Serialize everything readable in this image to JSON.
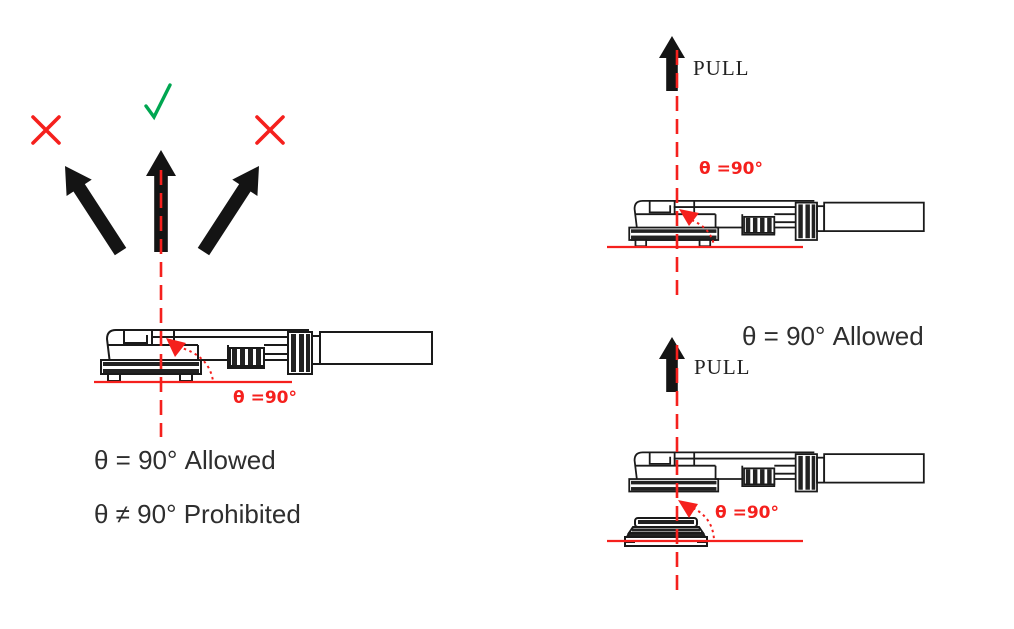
{
  "title": "Connector removal pull-direction instruction diagram",
  "colors": {
    "accent_red": "#f5201d",
    "check_green": "#00a651",
    "arrow_black": "#141414",
    "caption_text": "#2e2e2e",
    "drawing_line": "#1a1a1a",
    "background": "#ffffff"
  },
  "icons": {
    "cross_left": "prohibited-x",
    "check_center": "allowed-check",
    "cross_right": "prohibited-x",
    "tilt_left_arrow": "up-left-arrow",
    "straight_up_arrow": "up-arrow",
    "tilt_right_arrow": "up-right-arrow",
    "pull_arrow_top": "up-arrow",
    "pull_arrow_bottom": "up-arrow"
  },
  "left_panel": {
    "angle_label": "θ =90°",
    "caption_allowed": "θ = 90° Allowed",
    "caption_prohibited": "θ ≠ 90° Prohibited"
  },
  "right_top_panel": {
    "pull_label": "PULL",
    "angle_label": "θ =90°"
  },
  "right_bottom_panel": {
    "pull_label": "PULL",
    "angle_label": "θ =90°",
    "caption_allowed": "θ = 90° Allowed"
  }
}
